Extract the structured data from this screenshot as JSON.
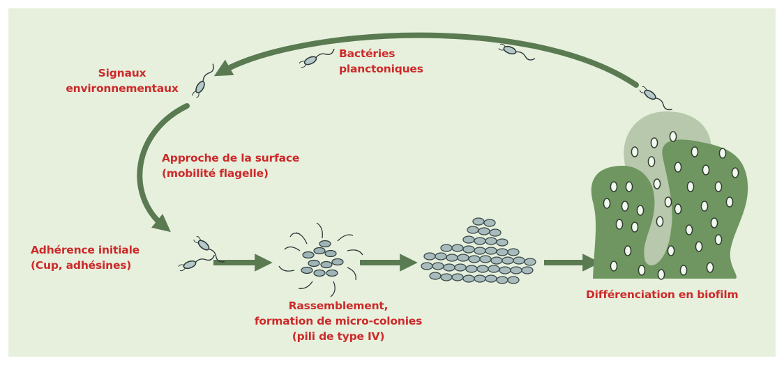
{
  "colors": {
    "panel_background": "#e7f0dd",
    "label_red": "#cc2a2a",
    "arrow_green": "#5a7a52",
    "biofilm_dark": "#6f9660",
    "biofilm_light": "#b7c8ad",
    "cell_fill": "#b5c9c9",
    "cell_outline": "#3a4a4a"
  },
  "labels": {
    "planktonic": [
      "Bactéries",
      "planctoniques"
    ],
    "signals": [
      "Signaux",
      "environnementaux"
    ],
    "approach": [
      "Approche de la surface",
      "(mobilité flagelle)"
    ],
    "adhesion": [
      "Adhérence initiale",
      "(Cup, adhésines)"
    ],
    "gathering": [
      "Rassemblement,",
      "formation de micro-colonies",
      "(pili de type IV)"
    ],
    "differentiation": [
      "Différenciation en biofilm"
    ]
  },
  "diagram": {
    "type": "biofilm-life-cycle",
    "stages": [
      "Signaux environnementaux",
      "Adhérence initiale",
      "Rassemblement",
      "micro-colonies",
      "Différenciation en biofilm",
      "Bactéries planctoniques"
    ],
    "icons": [
      "bacterium-icon",
      "arrow-right-icon",
      "micro-colony-icon",
      "biofilm-icon"
    ]
  }
}
